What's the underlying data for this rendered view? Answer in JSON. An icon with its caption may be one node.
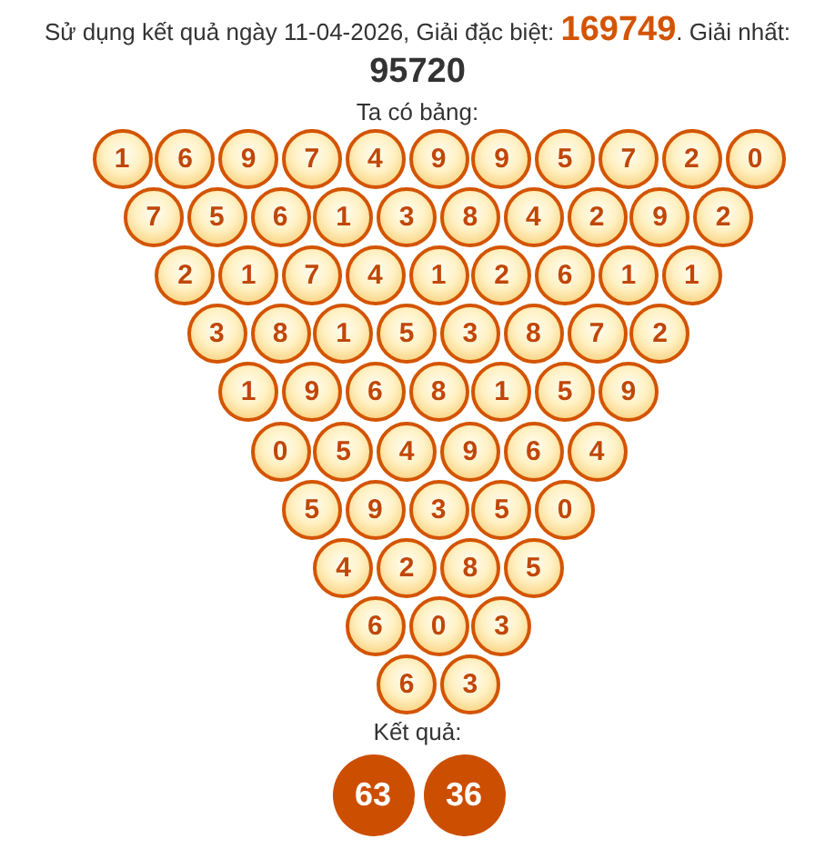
{
  "diagram": {
    "title": "Sử dụng kết quả ngày 11-04-2026, Giải đặc biệt: **169749**. Giải nhất: **95720**",
    "nodes": [
      {
        "text": [
          "1"
        ]
      },
      {
        "text": [
          "6"
        ]
      },
      {
        "text": [
          "9"
        ]
      },
      {
        "text": [
          "7"
        ]
      },
      {
        "text": [
          "4"
        ]
      },
      {
        "text": [
          "9"
        ]
      },
      {
        "text": [
          "9"
        ]
      },
      {
        "text": [
          "5"
        ]
      },
      {
        "text": [
          "7"
        ]
      },
      {
        "text": [
          "2"
        ]
      },
      {
        "text": [
          "0"
        ]
      },
      {
        "text": [
          "7"
        ]
      },
      {
        "text": [
          "5"
        ]
      },
      {
        "text": [
          "6"
        ]
      },
      {
        "text": [
          "1"
        ]
      },
      {
        "text": [
          "3"
        ]
      },
      {
        "text": [
          "8"
        ]
      },
      {
        "text": [
          "4"
        ]
      },
      {
        "text": [
          "2"
        ]
      },
      {
        "text": [
          "9"
        ]
      },
      {
        "text": [
          "2"
        ]
      },
      {
        "text": [
          "2"
        ]
      },
      {
        "text": [
          "1"
        ]
      },
      {
        "text": [
          "7"
        ]
      },
      {
        "text": [
          "4"
        ]
      },
      {
        "text": [
          "1"
        ]
      },
      {
        "text": [
          "2"
        ]
      },
      {
        "text": [
          "6"
        ]
      },
      {
        "text": [
          "1"
        ]
      },
      {
        "text": [
          "1"
        ]
      },
      {
        "text": [
          "3"
        ]
      },
      {
        "text": [
          "8"
        ]
      },
      {
        "text": [
          "1"
        ]
      },
      {
        "text": [
          "5"
        ]
      },
      {
        "text": [
          "3"
        ]
      },
      {
        "text": [
          "8"
        ]
      },
      {
        "text": [
          "7"
        ]
      },
      {
        "text": [
          "2"
        ]
      },
      {
        "text": [
          "1"
        ]
      },
      {
        "text": [
          "9"
        ]
      },
      {
        "text": [
          "6"
        ]
      },
      {
        "text": [
          "8"
        ]
      },
      {
        "text": [
          "1"
        ]
      },
      {
        "text": [
          "5"
        ]
      },
      {
        "text": [
          "9"
        ]
      },
      {
        "text": [
          "0"
        ]
      },
      {
        "text": [
          "5"
        ]
      },
      {
        "text": [
          "4"
        ]
      },
      {
        "text": [
          "9"
        ]
      },
      {
        "text": [
          "6"
        ]
      },
      {
        "text": [
          "4"
        ]
      },
      {
        "text": [
          "5"
        ]
      },
      {
        "text": [
          "9"
        ]
      },
      {
        "text": [
          "3"
        ]
      },
      {
        "text": [
          "5"
        ]
      },
      {
        "text": [
          "0"
        ]
      },
      {
        "text": [
          "4"
        ]
      },
      {
        "text": [
          "2"
        ]
      },
      {
        "text": [
          "8"
        ]
      },
      {
        "text": [
          "5"
        ]
      },
      {
        "text": [
          "6"
        ]
      },
      {
        "text": [
          "0"
        ]
      },
      {
        "text": [
          "3"
        ]
      },
      {
        "text": [
          "6"
        ]
      },
      {
        "text": [
          "3"
        ]
      },
      {
        "text": [
          "63"
        ]
      },
      {
        "text": [
          "36"
        ]
      }
    ],
    "labels": [
      "Ta có bảng:",
      "Kết quả:"
    ]
  }
}
